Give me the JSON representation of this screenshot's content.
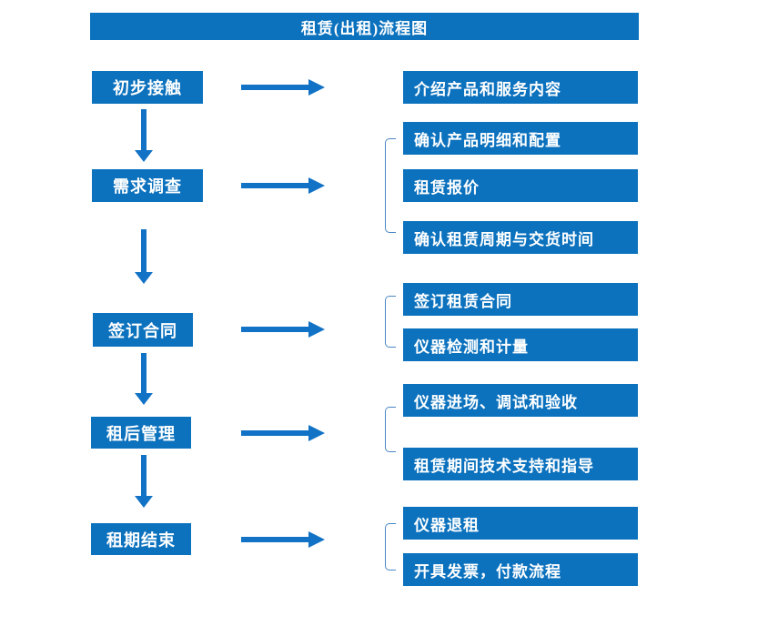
{
  "title": "租赁(出租)流程图",
  "colors": {
    "box_fill": "#0c72be",
    "arrow": "#1273c6",
    "bracket": "#4a86c4",
    "text": "#ffffff",
    "background": "#ffffff"
  },
  "stages": [
    {
      "label": "初步接触",
      "outputs": [
        "介绍产品和服务内容"
      ]
    },
    {
      "label": "需求调查",
      "outputs": [
        "确认产品明细和配置",
        "租赁报价",
        "确认租赁周期与交货时间"
      ]
    },
    {
      "label": "签订合同",
      "outputs": [
        "签订租赁合同",
        "仪器检测和计量"
      ]
    },
    {
      "label": "租后管理",
      "outputs": [
        "仪器进场、调试和验收",
        "租赁期间技术支持和指导"
      ]
    },
    {
      "label": "租期结束",
      "outputs": [
        "仪器退租",
        "开具发票，付款流程"
      ]
    }
  ]
}
